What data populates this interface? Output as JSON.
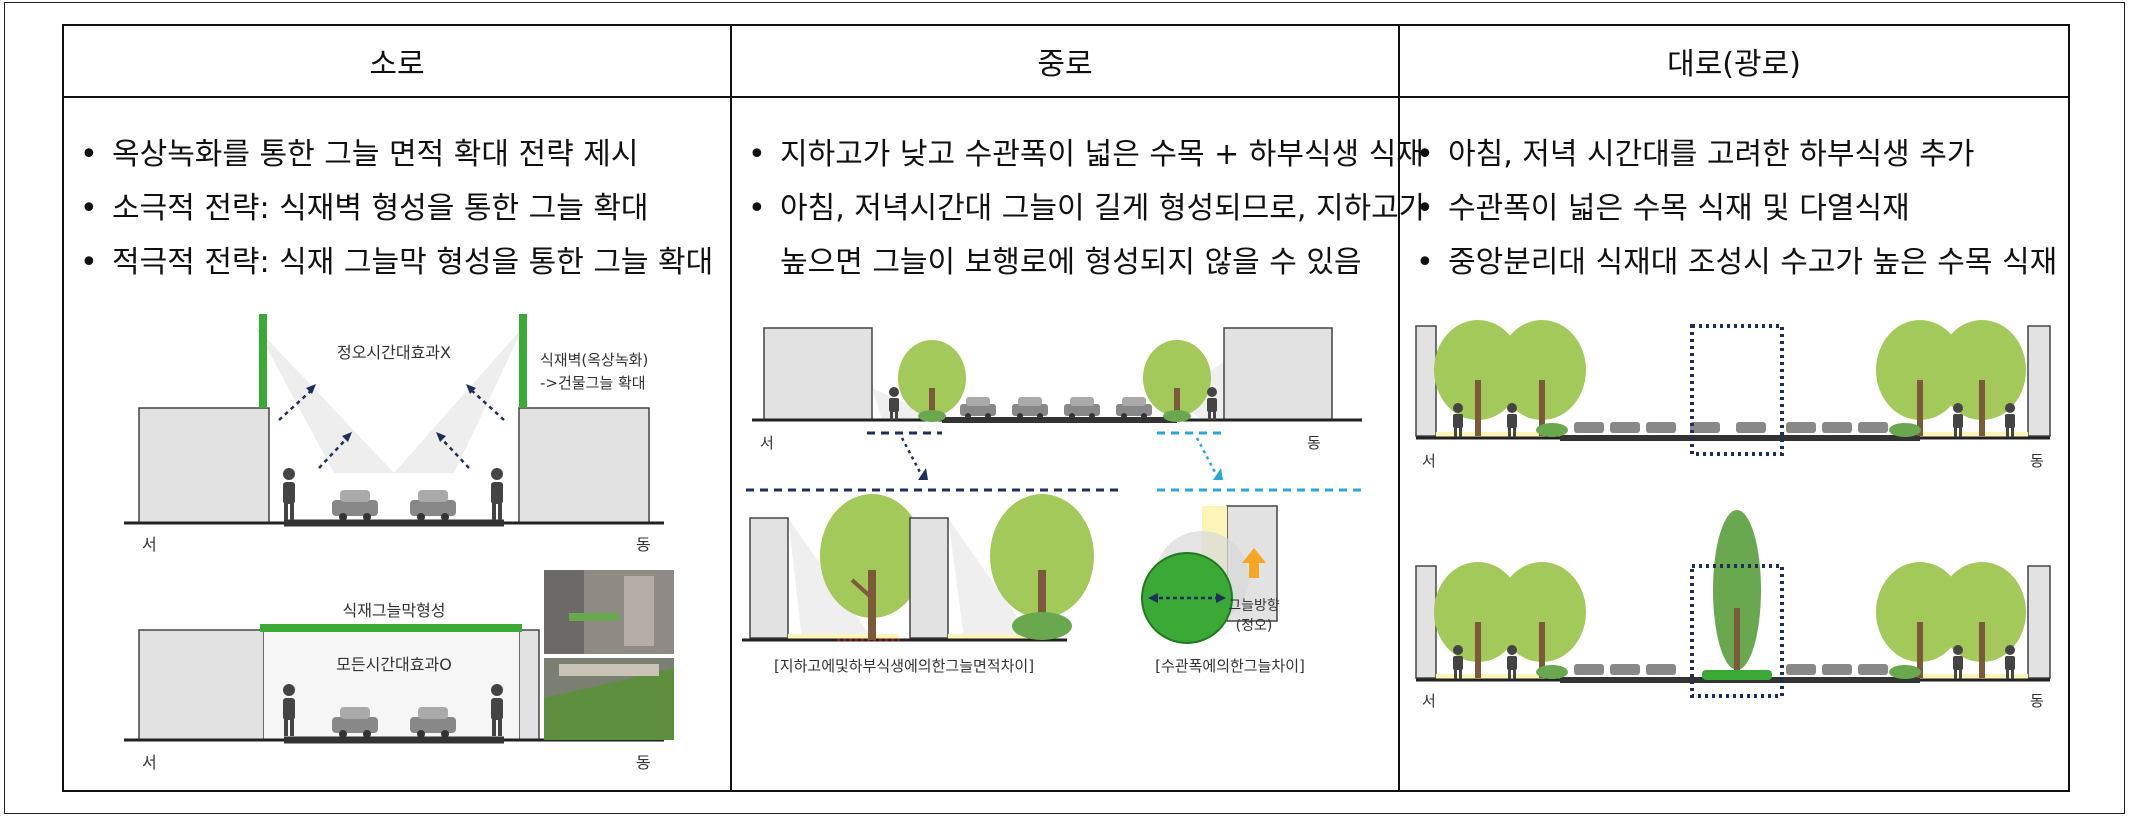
{
  "headers": [
    "소로",
    "중로",
    "대로(광로)"
  ],
  "columns": [
    {
      "bullets": [
        "옥상녹화를 통한 그늘 면적 확대 전략 제시",
        "소극적 전략: 식재벽 형성을 통한 그늘 확대",
        "적극적 전략: 식재 그늘막 형성을 통한 그늘 확대"
      ],
      "labels": {
        "noon_no_effect": "정오시간대효과X",
        "wall_line1": "식재벽(옥상녹화)",
        "wall_line2": "->건물그늘 확대",
        "canopy": "식재그늘막형성",
        "all_day_effect": "모든시간대효과O",
        "west": "서",
        "east": "동"
      }
    },
    {
      "bullets": [
        "지하고가 낮고 수관폭이 넓은 수목 + 하부식생 식재",
        "아침, 저녁시간대 그늘이 길게 형성되므로, 지하고가",
        "높으면 그늘이 보행로에 형성되지 않을 수 있음"
      ],
      "labels": {
        "west": "서",
        "east": "동",
        "sun_direction": "그늘방향",
        "noon": "(정오)",
        "caption_left": "[지하고에및하부식생에의한그늘면적차이]",
        "caption_right": "[수관폭에의한그늘차이]"
      }
    },
    {
      "bullets": [
        "아침, 저녁 시간대를 고려한 하부식생 추가",
        "수관폭이 넓은 수목 식재 및 다열식재",
        "중앙분리대 식재대 조성시 수고가 높은 수목 식재"
      ],
      "labels": {
        "west": "서",
        "east": "동"
      }
    }
  ],
  "colors": {
    "tree": "#a3c95a",
    "trunk": "#7a5a3a",
    "building": "#e2e2e2",
    "green_wall": "#3aa935",
    "shade_yellow": "#fbf6b8",
    "road": "#333333",
    "navy_dash": "#1f2f5a",
    "cyan_dash": "#2aa7d6",
    "arrow_orange": "#f5a623"
  }
}
